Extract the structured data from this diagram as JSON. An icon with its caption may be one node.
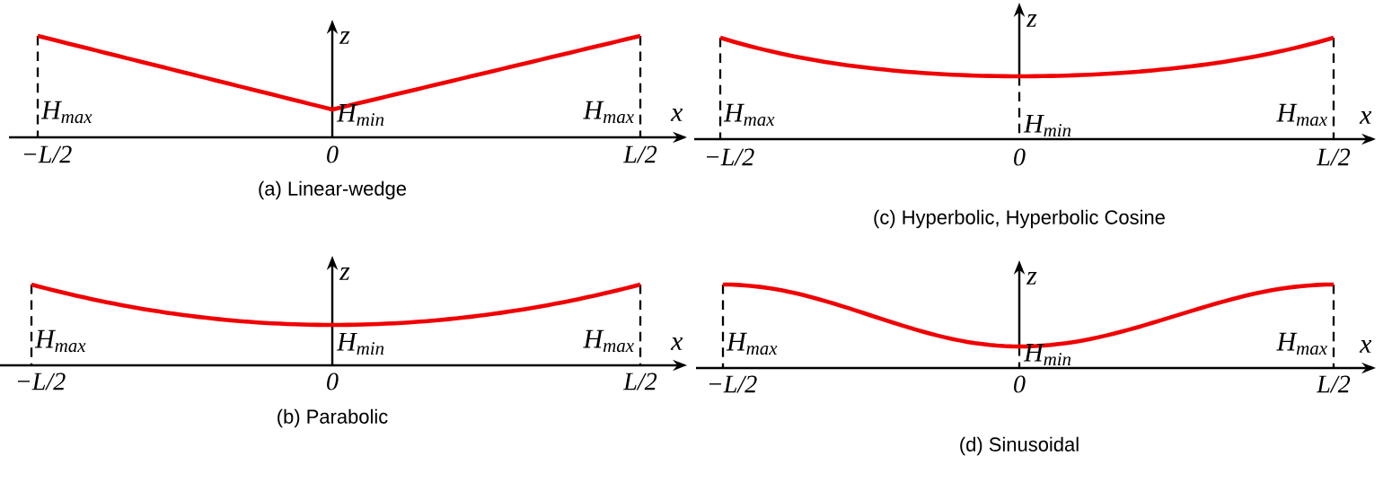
{
  "diagram": {
    "labels": [
      "z",
      "H$_{max}$",
      "H$_{min}$",
      "H$_{max}$",
      "x",
      "−L/2",
      "0",
      "L/2",
      "(a) Linear-wedge",
      "z",
      "H$_{max}$",
      "H$_{min}$",
      "H$_{max}$",
      "x",
      "−L/2",
      "0",
      "L/2",
      "(c) Hyperbolic, Hyperbolic Cosine",
      "z",
      "H$_{max}$",
      "H$_{min}$",
      "H$_{max}$",
      "x",
      "−L/2",
      "0",
      "L/2",
      "(b) Parabolic",
      "z",
      "H$_{max}$",
      "H$_{min}$",
      "H$_{max}$",
      "x",
      "−L/2",
      "0",
      "L/2",
      "(d) Sinusoidal"
    ]
  }
}
